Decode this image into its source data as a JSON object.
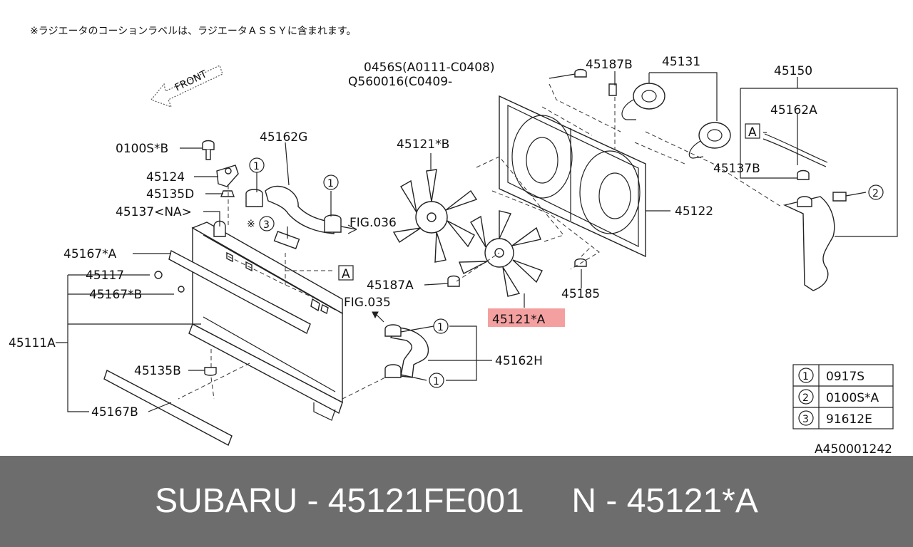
{
  "note": "※ラジエータのコーションラベルは、ラジエータＡＳＳＹに含まれます。",
  "front_label": "FRONT",
  "labels": {
    "l0456s": "0456S(A0111-C0408)",
    "lq560016": "Q560016(C0409-",
    "l45187b": "45187B",
    "l45131": "45131",
    "l45150": "45150",
    "l45162a": "45162A",
    "l0100sb": "0100S*B",
    "l45162g": "45162G",
    "l45121b": "45121*B",
    "l45124": "45124",
    "l45135d": "45135D",
    "l45137na": "45137<NA>",
    "lfig036": "FIG.036",
    "l45122": "45122",
    "l45137b": "45137B",
    "l45167a": "45167*A",
    "l45117": "45117",
    "l45167b_star": "45167*B",
    "l45187a": "45187A",
    "l45185": "45185",
    "lfig035": "FIG.035",
    "l45121a": "45121*A",
    "l45111a": "45111A",
    "l45162h": "45162H",
    "l45135b": "45135B",
    "l45167b": "45167B",
    "ref_a": "A",
    "c1": "1",
    "c2": "2",
    "c3": "3",
    "x3": "※"
  },
  "legend": [
    {
      "num": "1",
      "part": "0917S"
    },
    {
      "num": "2",
      "part": "0100S*A"
    },
    {
      "num": "3",
      "part": "91612E"
    }
  ],
  "diagram_id": "A450001242",
  "highlight_color": "#f4a0a0",
  "footer": {
    "text": "SUBARU - 45121FE001     N - 45121*A",
    "bg_color": "#6d6d6d"
  }
}
